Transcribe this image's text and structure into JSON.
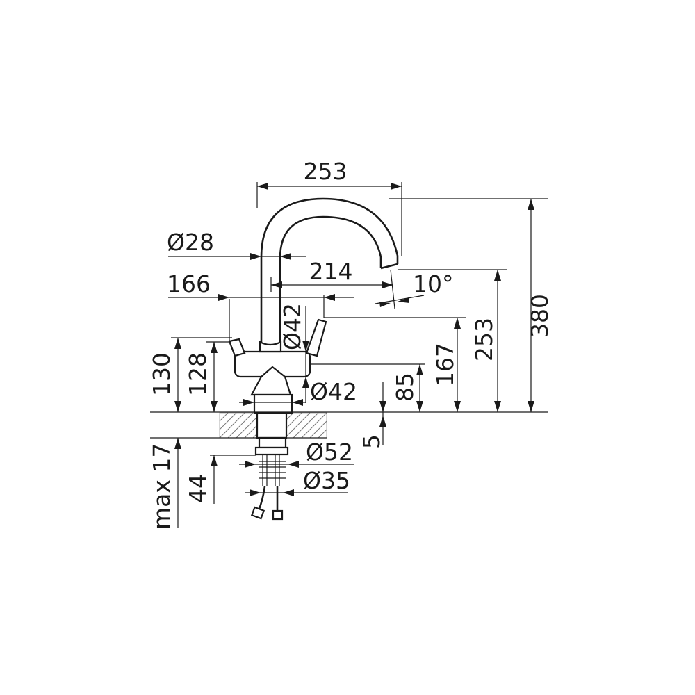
{
  "drawing": {
    "subject": "kitchen faucet dimension drawing",
    "units": "mm",
    "dimensions": {
      "overall_reach": "253",
      "body_diameter": "Ø28",
      "spout_reach": "214",
      "spout_angle": "10°",
      "handle_span": "166",
      "handle_diameter": "Ø42",
      "base_diameter": "Ø42",
      "overall_height": "380",
      "spout_height": "253",
      "handle_height": "167",
      "base_height": "85",
      "body_height_left": "130",
      "body_height_mid": "128",
      "deck_thickness": "5",
      "shank_diameter": "Ø52",
      "hose_diameter": "Ø35",
      "max_deck": "max 17",
      "shank_length": "44"
    }
  }
}
